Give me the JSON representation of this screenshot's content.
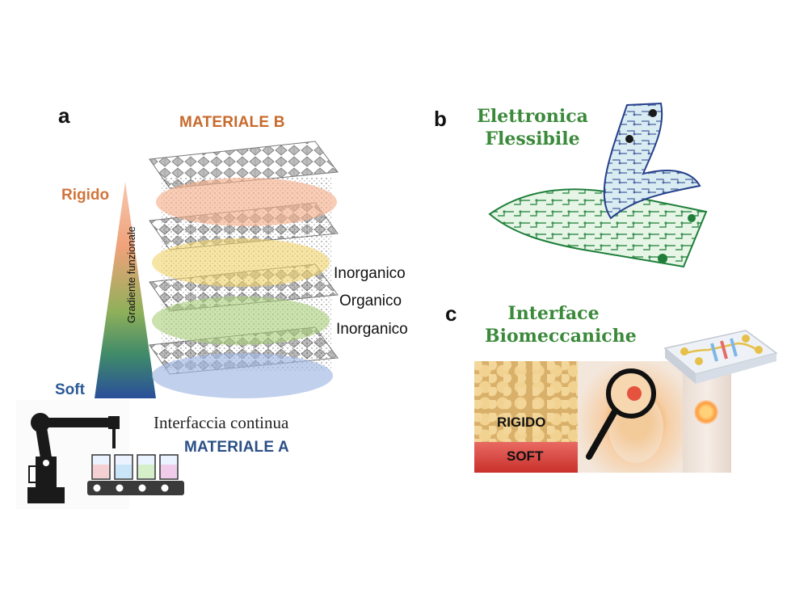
{
  "panels": {
    "a": {
      "letter": "a",
      "material_top": "MATERIALE B",
      "material_bottom": "MATERIALE A",
      "rigid_label": "Rigido",
      "soft_label": "Soft",
      "gradient_label": "Gradiente funzionale",
      "layer_labels": [
        "Inorganico",
        "Organico",
        "Inorganico"
      ],
      "interface_caption": "Interfaccia continua"
    },
    "b": {
      "letter": "b",
      "title_line1": "Elettronica",
      "title_line2": "Flessibile"
    },
    "c": {
      "letter": "c",
      "title_line1": "Interface",
      "title_line2": "Biomeccaniche",
      "rigid_tag": "RIGIDO",
      "soft_tag": "SOFT"
    }
  },
  "colors": {
    "material_b": "#c8692b",
    "material_a": "#2c4f86",
    "rigid": "#d2743a",
    "soft": "#2c5a96",
    "green_title": "#3b8a3b"
  },
  "icons": [
    "robot-arm-icon",
    "conveyor-belt-icon",
    "magnifier-icon",
    "microfluidic-chip-icon"
  ]
}
